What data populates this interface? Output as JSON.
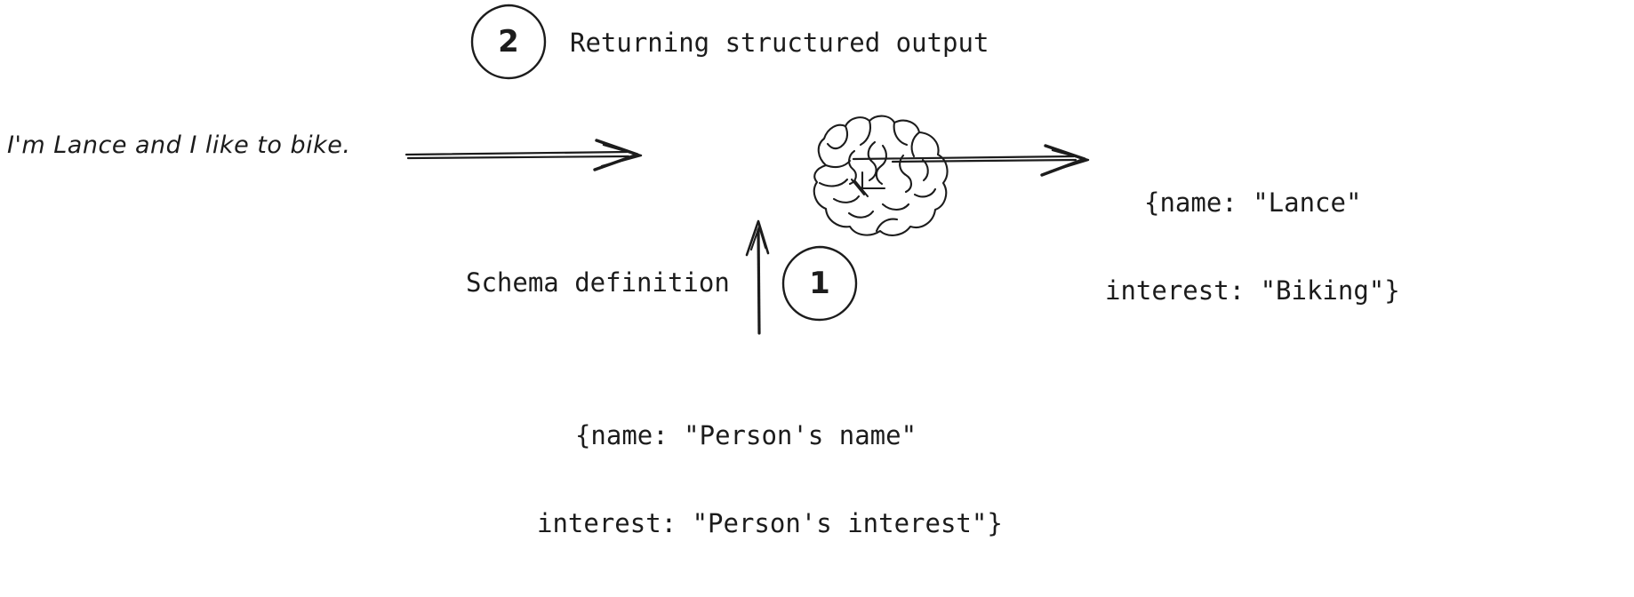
{
  "diagram": {
    "title_flow": "structured output extraction",
    "input": {
      "text": "I'm Lance and I like to bike."
    },
    "model": {
      "icon": "brain-icon",
      "label": "brain"
    },
    "steps": [
      {
        "number": "1",
        "label": "Schema definition"
      },
      {
        "number": "2",
        "label": "Returning structured output"
      }
    ],
    "schema": {
      "line1": "{name: \"Person's name\"",
      "line2": "interest: \"Person's interest\"}"
    },
    "output": {
      "line1": "{name: \"Lance\"",
      "line2": "interest: \"Biking\"}"
    },
    "colors": {
      "ink": "#1c1c1c",
      "background": "#ffffff"
    },
    "arrows": [
      {
        "name": "input-to-model",
        "direction": "right"
      },
      {
        "name": "model-to-output",
        "direction": "right"
      },
      {
        "name": "schema-to-model",
        "direction": "up"
      }
    ]
  }
}
